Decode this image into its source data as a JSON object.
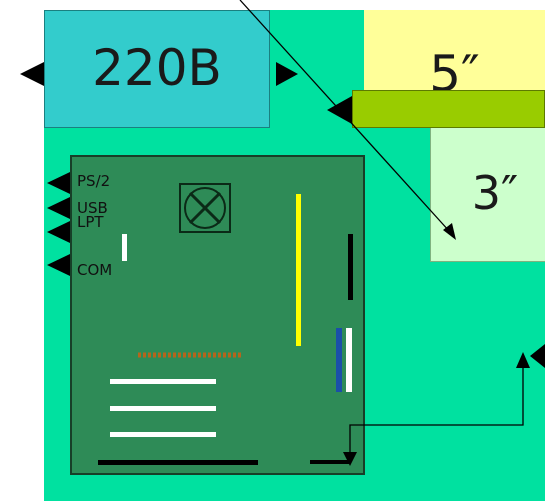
{
  "psu": {
    "label": "220B"
  },
  "bay_5": {
    "label": "5″"
  },
  "bay_3": {
    "label": "3″"
  },
  "ports": {
    "ps2": "PS/2",
    "usb": "USB",
    "lpt": "LPT",
    "com": "COM"
  },
  "colors": {
    "case": "#00e1a0",
    "psu": "#33cccc",
    "bay_5": "#ffff99",
    "drive_5": "#99cc00",
    "bay_3": "#ccffcc",
    "motherboard": "#2e8b57"
  },
  "icons": {
    "cpu_fan": "fan-icon"
  }
}
